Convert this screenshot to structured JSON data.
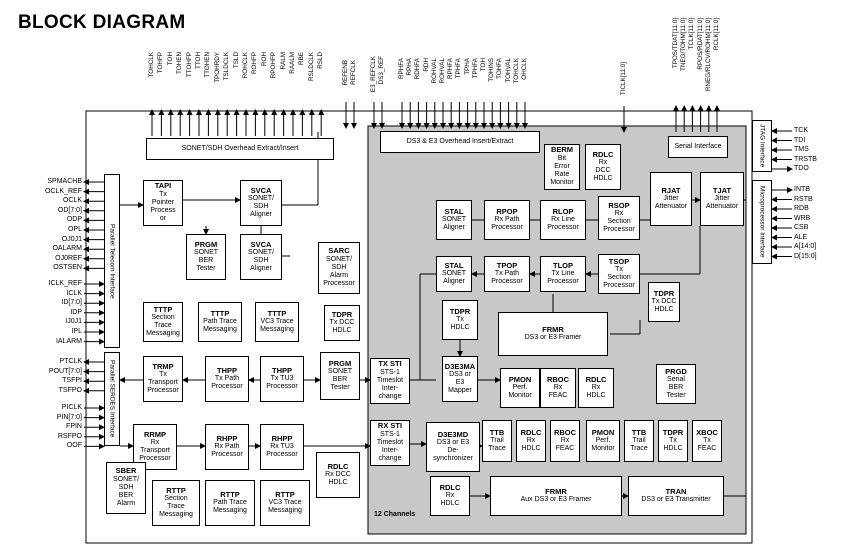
{
  "title": "BLOCK DIAGRAM",
  "bars": {
    "sonet_oh": "SONET/SDH Overhead Extract/Insert",
    "ds3_oh": "DS3 & E3 Overhead Insert/Extract",
    "telecom": "Parallel Telecom Interface",
    "serdes": "Parallel SERDES Interface",
    "jtag": "JTAG Interface",
    "micro": "Microprocessor Interface",
    "serial": "Serial Interface",
    "channels": "12 Channels"
  },
  "blocks": {
    "tapi": {
      "t": "TAPI",
      "d": "Tx\nPointer\nProcess\nor"
    },
    "svca1": {
      "t": "SVCA",
      "d": "SONET/\nSDH\nAligner"
    },
    "prgm1": {
      "t": "PRGM",
      "d": "SONET\nBER\nTester"
    },
    "svca2": {
      "t": "SVCA",
      "d": "SONET/\nSDH\nAligner"
    },
    "sarc": {
      "t": "SARC",
      "d": "SONET/\nSDH\nAlarm\nProcessor"
    },
    "tdpr1": {
      "t": "TDPR",
      "d": "Tx DCC\nHDLC"
    },
    "tttp1": {
      "t": "TTTP",
      "d": "Section\nTrace\nMessaging"
    },
    "tttp2": {
      "t": "TTTP",
      "d": "Path Trace\nMessaging"
    },
    "tttp3": {
      "t": "TTTP",
      "d": "VC3 Trace\nMessaging"
    },
    "trmp": {
      "t": "TRMP",
      "d": "Tx\nTransport\nProcessor"
    },
    "thpp1": {
      "t": "THPP",
      "d": "Tx Path\nProcessor"
    },
    "thpp2": {
      "t": "THPP",
      "d": "Tx TU3\nProcessor"
    },
    "prgm2": {
      "t": "PRGM",
      "d": "SONET\nBER\nTester"
    },
    "rrmp": {
      "t": "RRMP",
      "d": "Rx\nTransport\nProcessor"
    },
    "rhpp1": {
      "t": "RHPP",
      "d": "Rx Path\nProcessor"
    },
    "rhpp2": {
      "t": "RHPP",
      "d": "Rx TU3\nProcessor"
    },
    "sber": {
      "t": "SBER",
      "d": "SONET/\nSDH\nBER\nAlarm"
    },
    "rttp1": {
      "t": "RTTP",
      "d": "Section\nTrace\nMessaging"
    },
    "rttp2": {
      "t": "RTTP",
      "d": "Path Trace\nMessaging"
    },
    "rttp3": {
      "t": "RTTP",
      "d": "VC3 Trace\nMessaging"
    },
    "rdlc1": {
      "t": "RDLC",
      "d": "Rx DCC\nHDLC"
    },
    "txsti": {
      "t": "TX STI",
      "d": "STS-1\nTimeslot\nInter-\nchange"
    },
    "rxsti": {
      "t": "RX STI",
      "d": "STS-1\nTimeslot\nInter-\nchange"
    },
    "berm": {
      "t": "BERM",
      "d": "Bit\nError\nRate\nMonitor"
    },
    "rdlc2": {
      "t": "RDLC",
      "d": "Rx\nDCC\nHDLC"
    },
    "rjat": {
      "t": "RJAT",
      "d": "Jitter\nAttenuator"
    },
    "tjat": {
      "t": "TJAT",
      "d": "Jitter\nAttenuator"
    },
    "stal1": {
      "t": "STAL",
      "d": "SONET\nAligner"
    },
    "rpop": {
      "t": "RPOP",
      "d": "Rx Path\nProcessor"
    },
    "rlop": {
      "t": "RLOP",
      "d": "Rx Line\nProcessor"
    },
    "rsop": {
      "t": "RSOP",
      "d": "Rx\nSection\nProcessor"
    },
    "stal2": {
      "t": "STAL",
      "d": "SONET\nAligner"
    },
    "tpop": {
      "t": "TPOP",
      "d": "Tx Path\nProcessor"
    },
    "tlop": {
      "t": "TLOP",
      "d": "Tx Line\nProcessor"
    },
    "tsop": {
      "t": "TSOP",
      "d": "Tx\nSection\nProcessor"
    },
    "tdpr2": {
      "t": "TDPR",
      "d": "Tx DCC\nHDLC"
    },
    "tdpr3": {
      "t": "TDPR",
      "d": "Tx\nHDLC"
    },
    "frmr1": {
      "t": "FRMR",
      "d": "DS3 or E3 Framer"
    },
    "d3e3ma": {
      "t": "D3E3MA",
      "d": "DS3 or\nE3\nMapper"
    },
    "pmon1": {
      "t": "PMON",
      "d": "Perf.\nMonitor"
    },
    "rboc1": {
      "t": "RBOC",
      "d": "Rx\nFEAC"
    },
    "rdlc3": {
      "t": "RDLC",
      "d": "Rx\nHDLC"
    },
    "prgd": {
      "t": "PRGD",
      "d": "Serial\nBER\nTester"
    },
    "d3e3md": {
      "t": "D3E3MD",
      "d": "DS3 or E3\nDe-\nsynchronizer"
    },
    "ttb1": {
      "t": "TTB",
      "d": "Trail\nTrace"
    },
    "rdlc4": {
      "t": "RDLC",
      "d": "Rx\nHDLC"
    },
    "rboc2": {
      "t": "RBOC",
      "d": "Rx\nFEAC"
    },
    "pmon2": {
      "t": "PMON",
      "d": "Perf.\nMonitor"
    },
    "ttb2": {
      "t": "TTB",
      "d": "Trail\nTrace"
    },
    "tdpr4": {
      "t": "TDPR",
      "d": "Tx\nHDLC"
    },
    "xboc": {
      "t": "XBOC",
      "d": "Tx\nFEAC"
    },
    "rdlc5": {
      "t": "RDLC",
      "d": "Rx\nHDLC"
    },
    "frmr2": {
      "t": "FRMR",
      "d": "Aux DS3 or E3 Framer"
    },
    "tran": {
      "t": "TRAN",
      "d": "DS3 or E3 Transmitter"
    }
  },
  "left_signals_1": [
    "SPMACHB",
    "OCLK_REF",
    "OCLK",
    "OD[7:0]",
    "ODP",
    "OPL",
    "OJ0J1",
    "OALARM",
    "OJ0REF",
    "OSTSEN"
  ],
  "left_signals_2": [
    "ICLK_REF",
    "ICLK",
    "ID[7:0]",
    "IDP",
    "IJ0J1",
    "IPL",
    "IALARM"
  ],
  "left_signals_3": [
    "PTCLK",
    "POUT[7:0]",
    "TSFPI",
    "TSFPO"
  ],
  "left_signals_4": [
    "PICLK",
    "PIN[7:0]",
    "FPIN",
    "RSFPO",
    "OOF"
  ],
  "right_signals_jtag": [
    "TCK",
    "TDI",
    "TMS",
    "TRSTB",
    "TDO"
  ],
  "right_signals_micro": [
    "INTB",
    "RSTB",
    "RDB",
    "WRB",
    "CSB",
    "ALE",
    "A[14:0]",
    "D[15:0]"
  ],
  "top_signals_1": [
    "TOHCLK",
    "TOHFP",
    "TOH",
    "TOHEN",
    "TTOHFP",
    "TTOH",
    "TTOHEN",
    "TPOHRDY",
    "TSLDCLK",
    "TSLD",
    "ROHCLK",
    "ROHFP",
    "ROH",
    "RPOHFP",
    "RALM",
    "RAALM",
    "RBE",
    "RSLDCLK",
    "RSLD"
  ],
  "top_signals_2": [
    "REFENB",
    "REFCLK"
  ],
  "top_signals_3": [
    "E3_REFCLK",
    "DS3_REF"
  ],
  "top_signals_4": [
    "RPHFA",
    "RPHA",
    "RDHFA",
    "RDH",
    "ROHVAL",
    "ROHVAL",
    "RPHFA",
    "TPHFA",
    "TPHA",
    "TPHFA",
    "TOH",
    "TOHINS",
    "TOHFA",
    "TOHVAL",
    "TOHCLK",
    "OHCLK"
  ],
  "top_signals_5": [
    "TICLK[11:0]"
  ],
  "top_signals_6": [
    "TPOS/TDAT[11:0]",
    "TNEG/TOHM[11:0]",
    "TCLK[11:0]",
    "RPOS/RDAT[11:0]",
    "RNEG/RLCV/ROHM[11:0]",
    "RCLK[11:0]"
  ]
}
